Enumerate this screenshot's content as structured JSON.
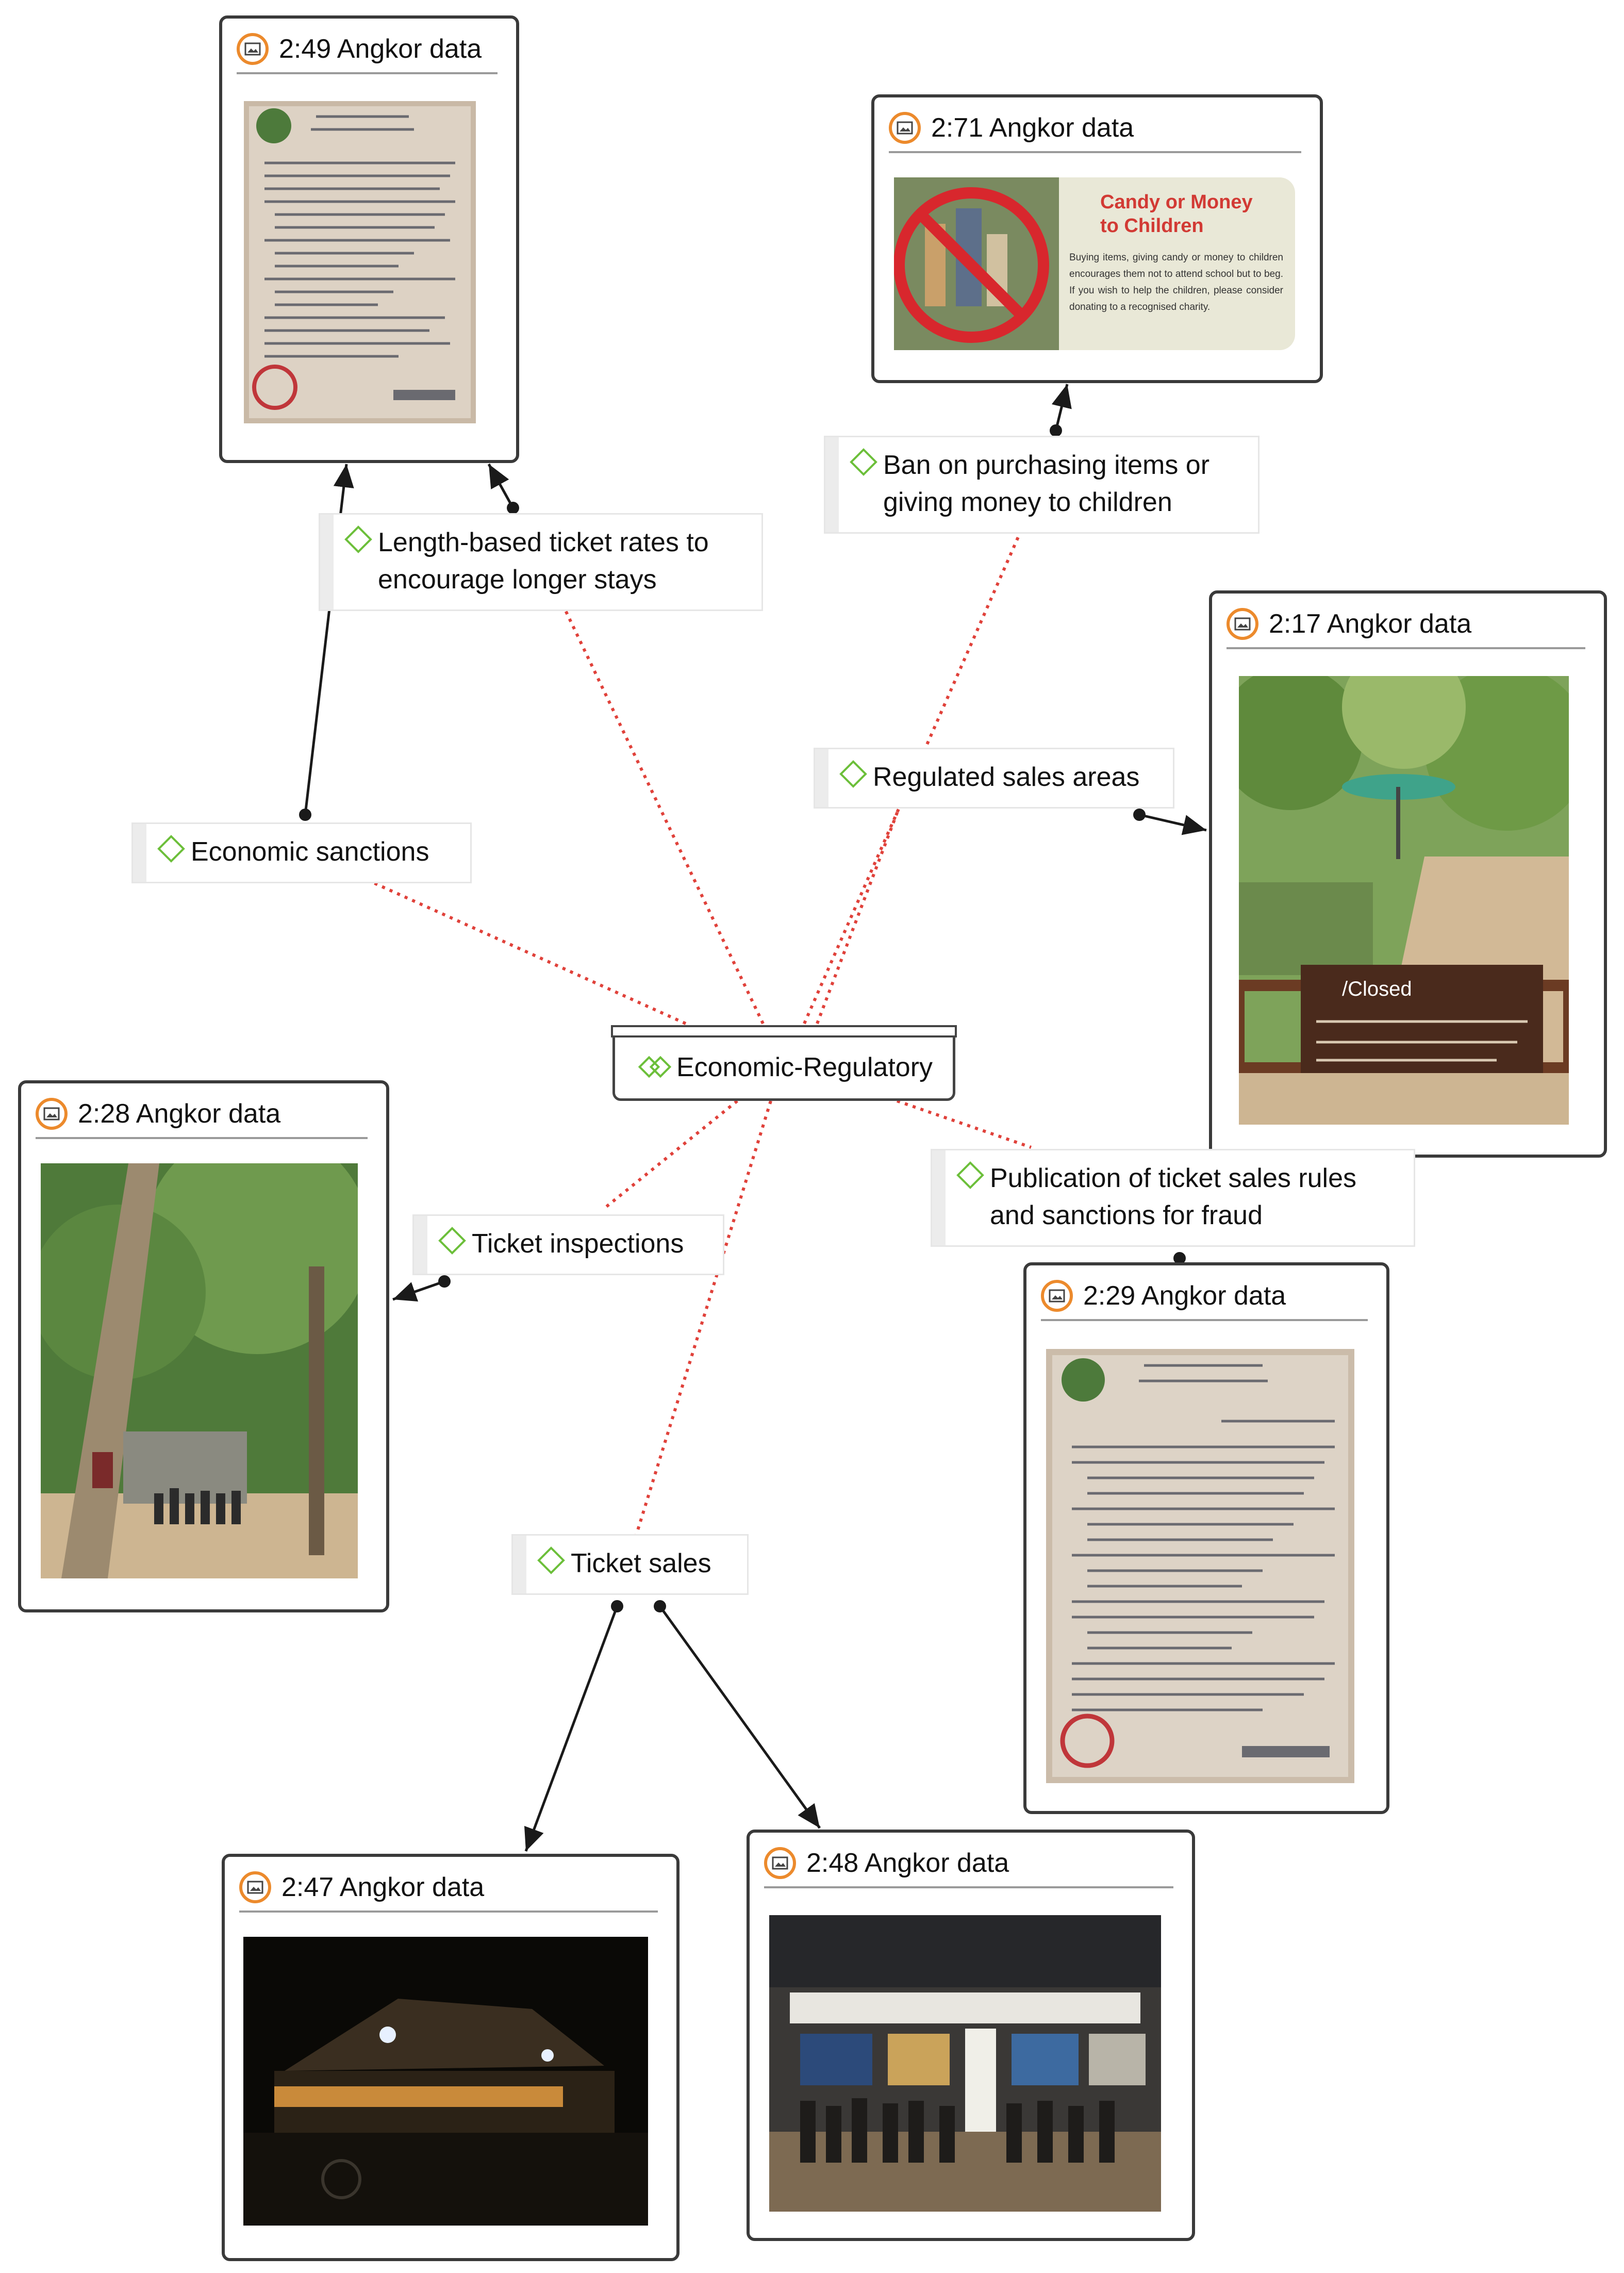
{
  "center": {
    "label": "Economic-Regulatory"
  },
  "codes": {
    "length_based": "Length-based ticket rates to encourage longer stays",
    "ban_children": "Ban on purchasing items or giving money to children",
    "regulated_sales": "Regulated sales areas",
    "economic_sanctions": "Economic sanctions",
    "ticket_inspections": "Ticket inspections",
    "publication": "Publication of ticket sales rules and sanctions for fraud",
    "ticket_sales": "Ticket sales"
  },
  "documents": {
    "d249": "2:49 Angkor data",
    "d271": "2:71 Angkor data",
    "d217": "2:17 Angkor data",
    "d228": "2:28 Angkor data",
    "d229": "2:29 Angkor data",
    "d247": "2:47 Angkor data",
    "d248": "2:48 Angkor data"
  },
  "sign_text": {
    "title_line1": "Candy or Money",
    "title_line2": "to Children",
    "body": "Buying items, giving candy or money to children encourages them not to attend school but to beg. If you wish to help the children, please consider donating to a recognised charity."
  },
  "closed_sign": "/Closed",
  "colors": {
    "code_icon": "#6cbf3a",
    "doc_icon": "#ec8a2c",
    "association_line": "#e0413a",
    "link_line": "#1a1a1a",
    "sign_title": "#d23a34"
  }
}
